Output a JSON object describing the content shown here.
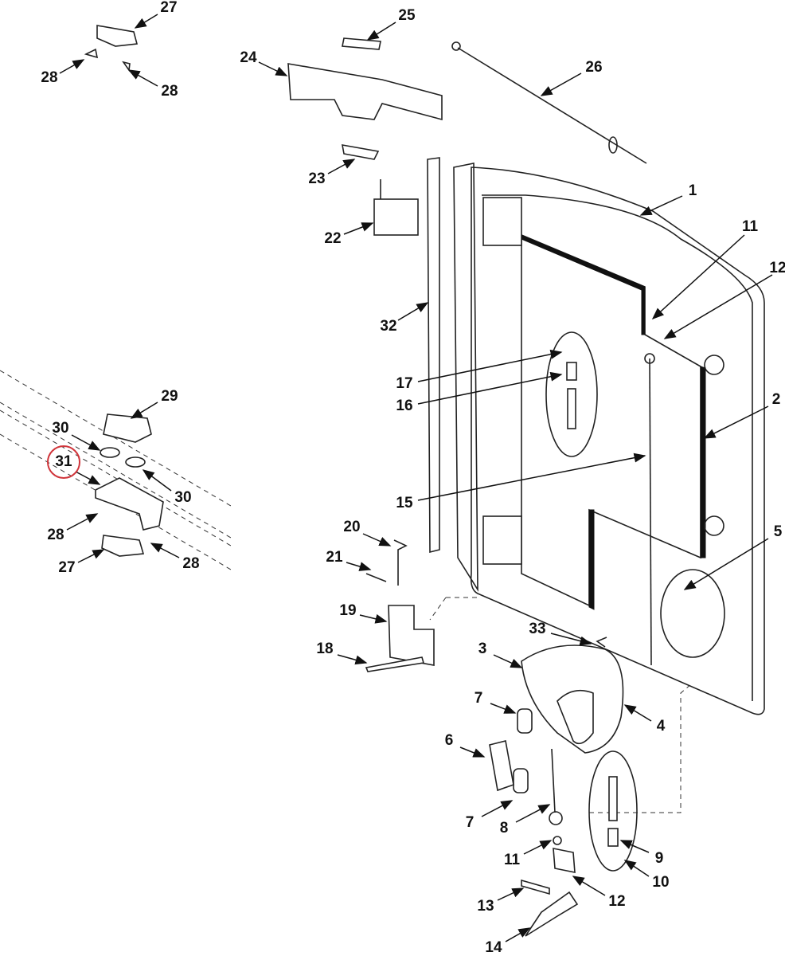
{
  "labels": [
    "27",
    "28",
    "28",
    "24",
    "25",
    "26",
    "23",
    "1",
    "22",
    "11",
    "12",
    "32",
    "17",
    "16",
    "2",
    "29",
    "30",
    "31",
    "30",
    "15",
    "20",
    "5",
    "28",
    "21",
    "27",
    "28",
    "19",
    "33",
    "18",
    "3",
    "7",
    "4",
    "6",
    "7",
    "8",
    "9",
    "11",
    "10",
    "13",
    "12",
    "14"
  ],
  "highlight": {
    "label_index": 17,
    "color": "#d0343a"
  }
}
